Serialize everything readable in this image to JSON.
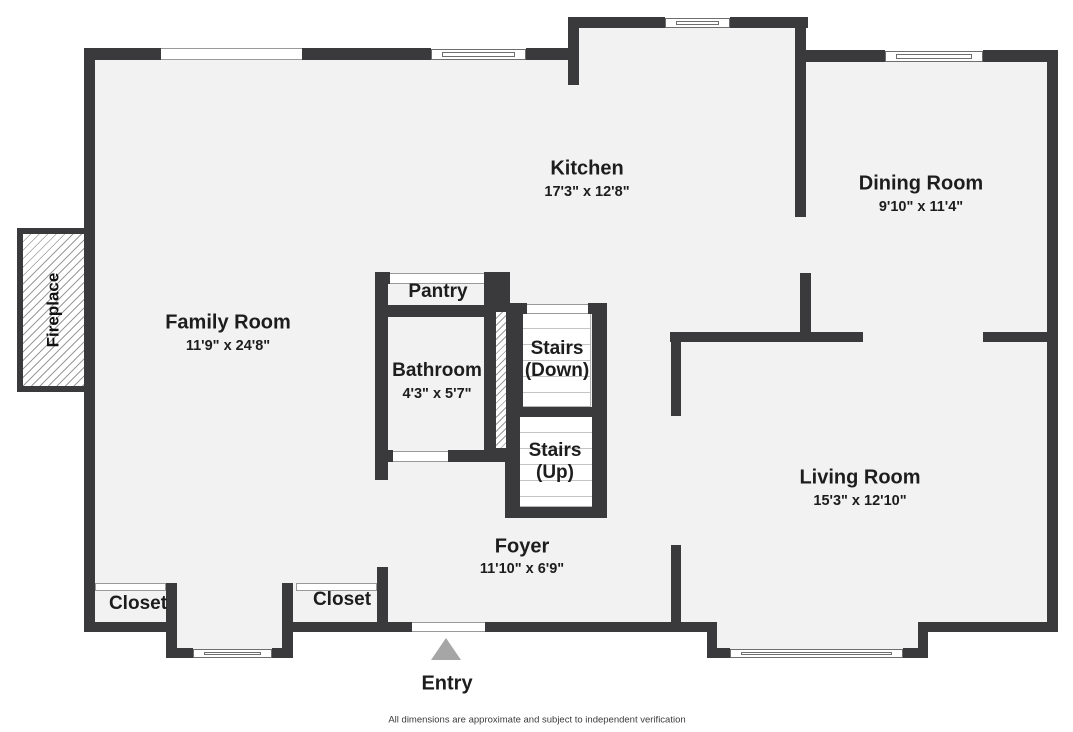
{
  "plan": {
    "rooms": {
      "kitchen": {
        "name": "Kitchen",
        "dims": "17'3\" x 12'8\""
      },
      "dining": {
        "name": "Dining Room",
        "dims": "9'10\" x 11'4\""
      },
      "family": {
        "name": "Family Room",
        "dims": "11'9\" x 24'8\""
      },
      "living": {
        "name": "Living Room",
        "dims": "15'3\" x 12'10\""
      },
      "foyer": {
        "name": "Foyer",
        "dims": "11'10\" x 6'9\""
      },
      "bathroom": {
        "name": "Bathroom",
        "dims": "4'3\" x 5'7\""
      },
      "pantry": {
        "name": "Pantry"
      },
      "stairs_down": {
        "line1": "Stairs",
        "line2": "(Down)"
      },
      "stairs_up": {
        "line1": "Stairs",
        "line2": "(Up)"
      },
      "closet_left": {
        "name": "Closet"
      },
      "closet_right": {
        "name": "Closet"
      },
      "fireplace": {
        "name": "Fireplace"
      }
    },
    "entry_label": "Entry",
    "disclaimer": "All dimensions are approximate and subject to independent verification",
    "colors": {
      "wall": "#3a3a3c",
      "floor": "#f2f2f2",
      "text": "#1d1d1d",
      "stair_tread": "#c4c4c4",
      "hatch_line": "#9a9a9a",
      "entry_arrow": "#a6a6a6",
      "opening_outline": "#9a9a9a",
      "window_frame": "#6e6e6e"
    }
  }
}
